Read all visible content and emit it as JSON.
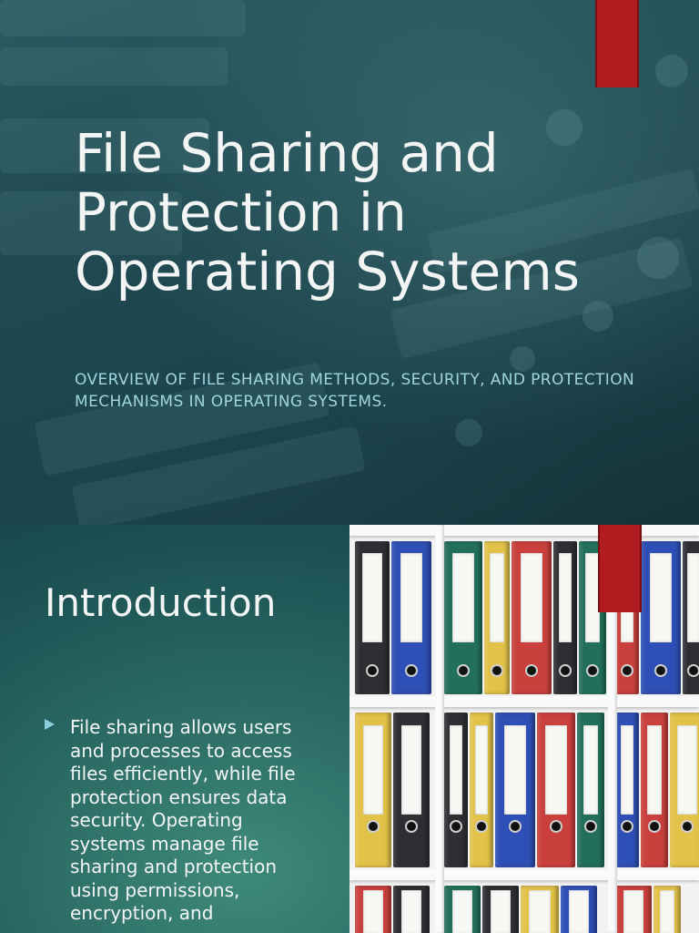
{
  "slide1": {
    "title": "File Sharing and Protection in Operating Systems",
    "subtitle": "Overview of file sharing methods, security, and protection mechanisms in operating systems."
  },
  "slide2": {
    "heading": "Introduction",
    "bullets": [
      "File sharing allows users and processes to access files efficiently, while file protection ensures data security. Operating systems manage file sharing and protection using permissions, encryption, and"
    ]
  },
  "colors": {
    "accent_red": "#b01c1f",
    "title_text": "#f3f5f5",
    "subtitle_text": "#9fd5dd",
    "bullet_marker": "#8ad0dc"
  },
  "icons": {
    "bullet": "triangle-bullet-icon"
  }
}
